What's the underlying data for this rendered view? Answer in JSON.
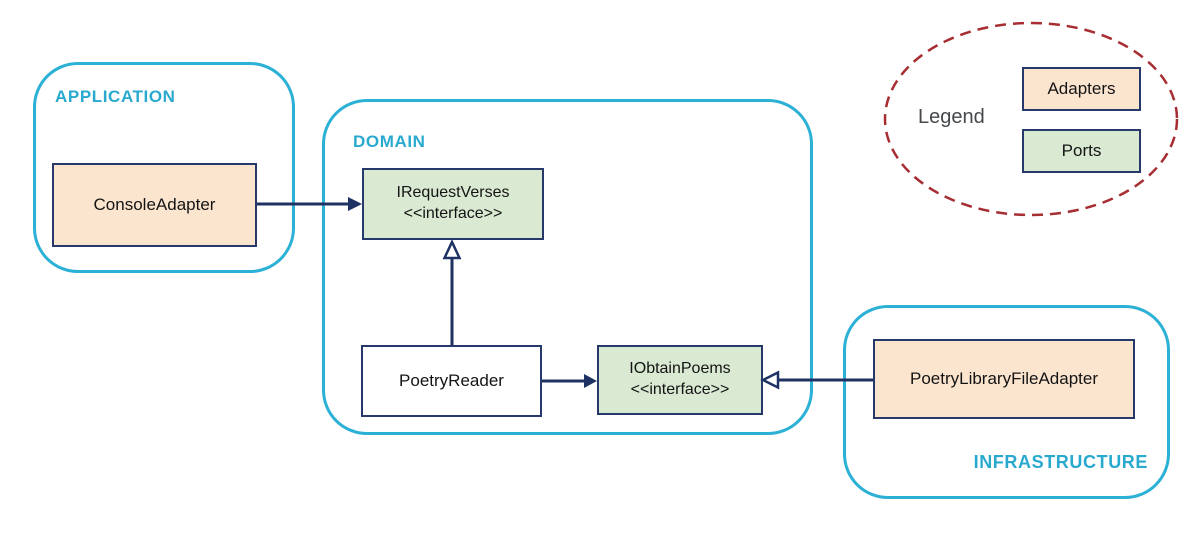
{
  "containers": {
    "application": {
      "label": "APPLICATION"
    },
    "domain": {
      "label": "DOMAIN"
    },
    "infrastructure": {
      "label": "INFRASTRUCTURE"
    }
  },
  "nodes": {
    "console_adapter": {
      "label": "ConsoleAdapter",
      "kind": "adapter"
    },
    "irequest_verses": {
      "label": "IRequestVerses",
      "stereotype": "<<interface>>",
      "kind": "port"
    },
    "poetry_reader": {
      "label": "PoetryReader",
      "kind": "class"
    },
    "iobtain_poems": {
      "label": "IObtainPoems",
      "stereotype": "<<interface>>",
      "kind": "port"
    },
    "poetry_library_file_adapter": {
      "label": "PoetryLibraryFileAdapter",
      "kind": "adapter"
    }
  },
  "edges": [
    {
      "from": "ConsoleAdapter",
      "to": "IRequestVerses",
      "arrowhead": "filled"
    },
    {
      "from": "PoetryReader",
      "to": "IRequestVerses",
      "arrowhead": "hollow"
    },
    {
      "from": "PoetryReader",
      "to": "IObtainPoems",
      "arrowhead": "filled"
    },
    {
      "from": "PoetryLibraryFileAdapter",
      "to": "IObtainPoems",
      "arrowhead": "hollow"
    }
  ],
  "legend": {
    "title": "Legend",
    "items": [
      {
        "label": "Adapters",
        "swatch": "#fce5cf"
      },
      {
        "label": "Ports",
        "swatch": "#d9e9d2"
      }
    ]
  },
  "colors": {
    "container_border": "#2bb0d6",
    "section_label": "#2aa9cf",
    "node_border": "#27396b",
    "arrow": "#1e3263",
    "adapter_fill": "#fce5cf",
    "port_fill": "#d9e9d2",
    "legend_ellipse": "#a62d31",
    "legend_title": "#45484c"
  }
}
